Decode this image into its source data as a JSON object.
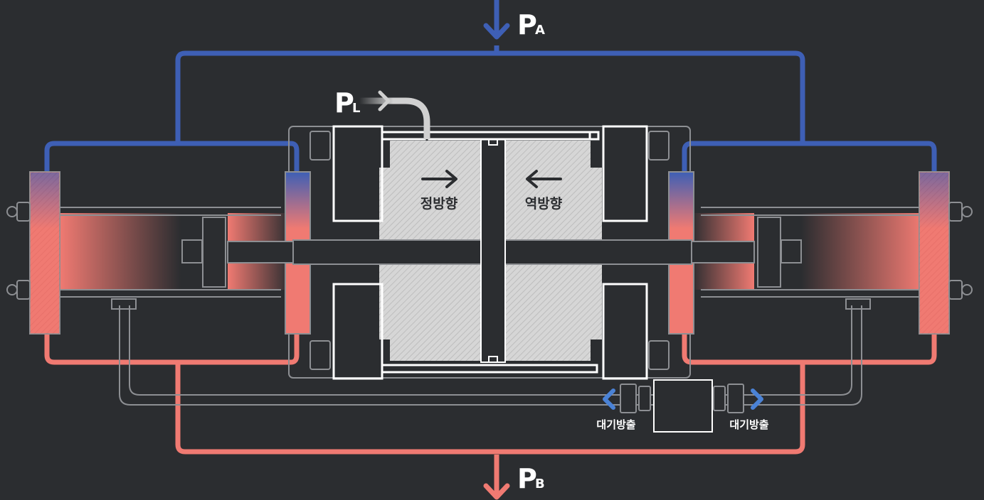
{
  "labels": {
    "pa_main": "P",
    "pa_sub": "A",
    "pb_main": "P",
    "pb_sub": "B",
    "pl_main": "P",
    "pl_sub": "L",
    "forward": "정방향",
    "reverse": "역방향",
    "vent_left": "대기방출",
    "vent_right": "대기방출"
  },
  "colors": {
    "background": "#2b2d30",
    "pa_line": "#3e5fb5",
    "pb_line": "#f07a72",
    "outline": "#ffffff",
    "body": "#8d8f93",
    "piston": "#d8d8d8",
    "vent_arrow": "#4a82d6"
  },
  "icons": {
    "pa_arrow": "arrow-down-icon",
    "pb_arrow": "arrow-down-icon",
    "pl_arrow": "arrow-right-icon",
    "forward_arrow": "arrow-right-icon",
    "reverse_arrow": "arrow-left-icon",
    "vent_arrows": "double-arrow-icon"
  }
}
